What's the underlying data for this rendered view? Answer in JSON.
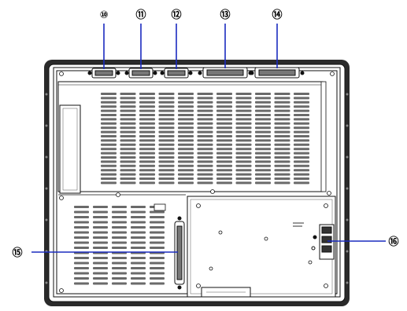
{
  "callouts": [
    {
      "id": "connector-10",
      "label": "⑩"
    },
    {
      "id": "connector-11",
      "label": "⑪"
    },
    {
      "id": "connector-12",
      "label": "⑫"
    },
    {
      "id": "connector-13",
      "label": "⑬"
    },
    {
      "id": "connector-14",
      "label": "⑭"
    },
    {
      "id": "connector-15",
      "label": "⑮"
    },
    {
      "id": "connector-16",
      "label": "⑯"
    }
  ],
  "colors": {
    "leader_line": "#1a2bbf",
    "chassis_outline": "#111111",
    "chassis_fill": "#ffffff",
    "vent_fill": "#6a6a6a",
    "frame_dark": "#2a2a2a"
  }
}
